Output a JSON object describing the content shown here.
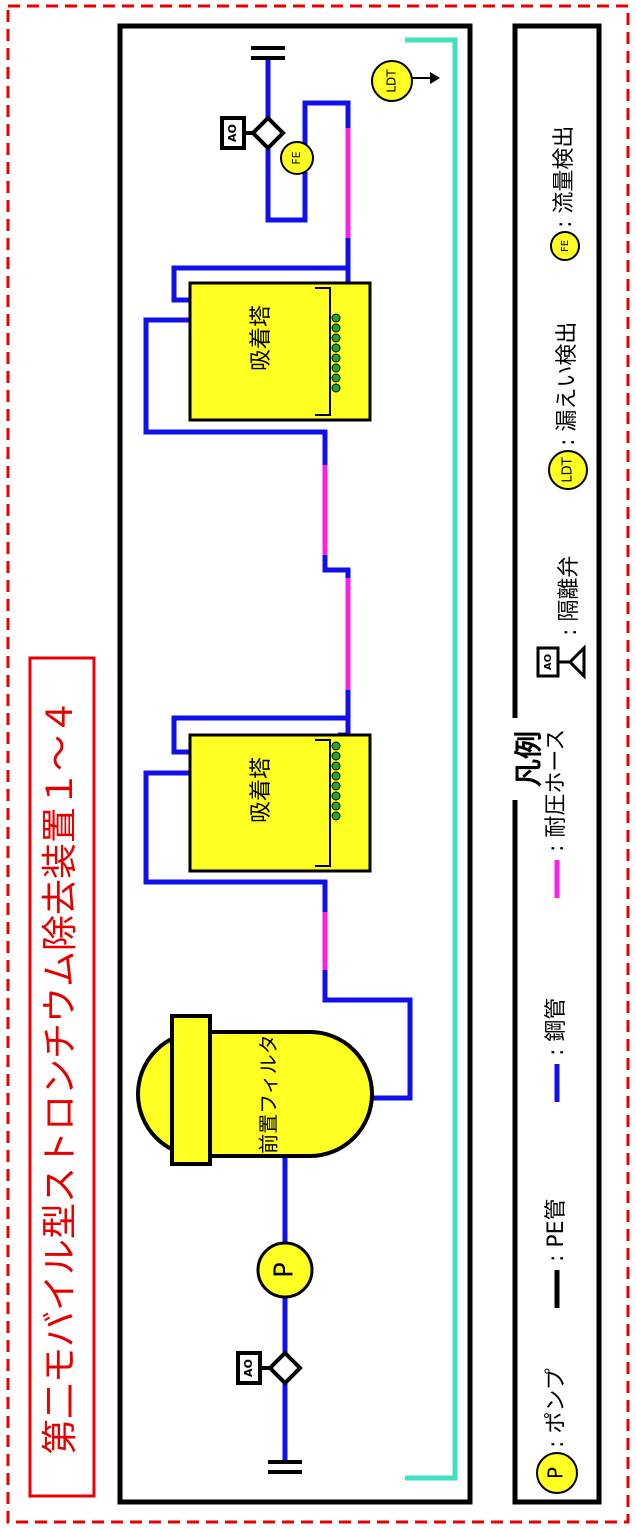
{
  "title": "第二モバイル型ストロンチウム除去装置１～４",
  "components": {
    "prefilter_label": "前置フィルタ",
    "adsorber_1_label": "吸着塔",
    "adsorber_2_label": "吸着塔",
    "pump_symbol": "P",
    "valve_symbol": "AO",
    "flow_element_symbol": "FE",
    "leak_detector_symbol": "LDT"
  },
  "legend": {
    "title": "凡例",
    "pump": ": ポンプ",
    "pe_pipe": ": PE管",
    "steel_pipe": ": 鋼管",
    "pressure_hose": ": 耐圧ホース",
    "isolation_valve": ": 隔離弁",
    "leak_detection": ": 漏えい検出",
    "flow_detection": ": 流量検出"
  },
  "colors": {
    "frame_red": "#e60000",
    "steel_pipe": "#1010ee",
    "pe_pipe": "#000000",
    "pressure_hose": "#ff1fe0",
    "drain_line": "#40e0c0",
    "equipment_fill": "#ffff22",
    "media_bead": "#22aa22"
  }
}
